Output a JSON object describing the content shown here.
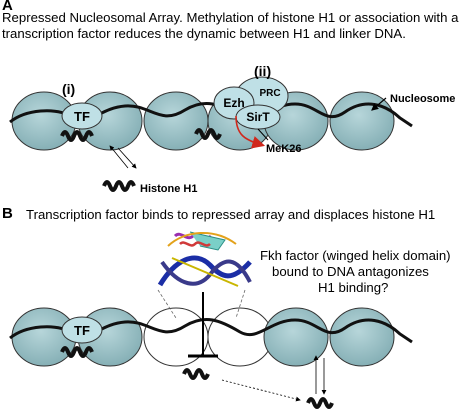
{
  "panel_a": {
    "letter": "A",
    "caption_line1": "Repressed Nucleosomal Array.  Methylation of histone H1 or association with a",
    "caption_line2": "transcription factor reduces the dynamic between H1 and linker DNA.",
    "label_i": "(i)",
    "label_ii": "(ii)",
    "tf": "TF",
    "ezh": "Ezh",
    "prc": "PRC",
    "sirt": "SirT",
    "mek26": "MeK26",
    "nucleosome": "Nucleosome",
    "histone_h1": "Histone H1"
  },
  "panel_b": {
    "letter": "B",
    "caption": "Transcription factor binds to repressed array and displaces histone H1",
    "fkh_line1": "Fkh factor (winged helix domain)",
    "fkh_line2": "bound to DNA antagonizes",
    "fkh_line3": "H1 binding?",
    "tf": "TF"
  },
  "colors": {
    "nucleosome_fill": "#9cc3c8",
    "complex_fill": "#bfe0e6",
    "arrow_red": "#d0281c"
  }
}
